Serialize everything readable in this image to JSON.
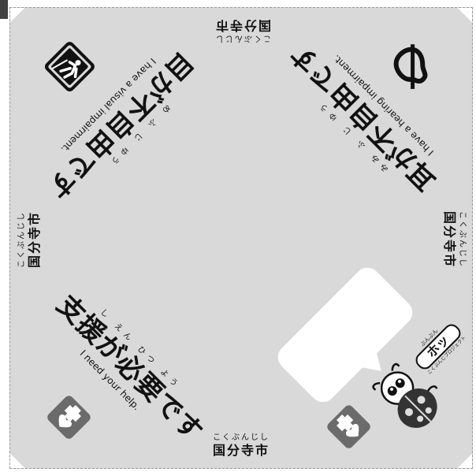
{
  "city": {
    "ruby": "こくぶんじし",
    "name": "国分寺市"
  },
  "visual": {
    "ruby": "め ふ じ ゆう",
    "text": "目が不自由です",
    "english": "I have a visual impairment."
  },
  "hearing": {
    "ruby": "みみ ふ じ ゆう",
    "text": "耳が不自由です",
    "english": "I have a hearing impairment."
  },
  "support": {
    "ruby": "し えん ひつ よう",
    "text": "支援が必要です",
    "english": "I need your help."
  },
  "mascot": {
    "brand": "ぶんぶん",
    "name": "ホッ",
    "project": "こくぶんじプロジェクト"
  },
  "colors": {
    "scarf": "#d9d9d9",
    "ink": "#111111",
    "badge": "#6b6b6b"
  }
}
